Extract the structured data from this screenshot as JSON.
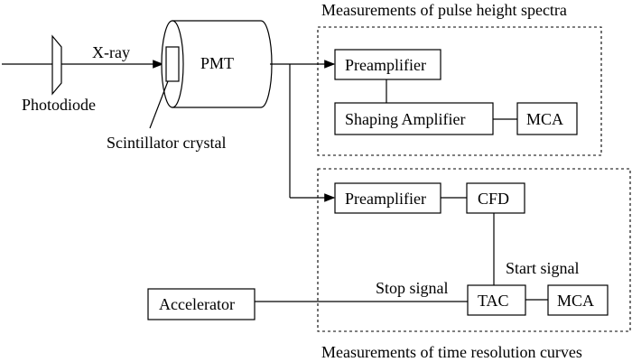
{
  "labels": {
    "xray": "X-ray",
    "photodiode": "Photodiode",
    "pmt": "PMT",
    "scintillator": "Scintillator crystal",
    "group_pulse": "Measurements of pulse height spectra",
    "group_time": "Measurements of time resolution curves",
    "start_signal": "Start signal",
    "stop_signal": "Stop signal"
  },
  "boxes": {
    "preamp1": "Preamplifier",
    "shaping_amp": "Shaping Amplifier",
    "mca1": "MCA",
    "preamp2": "Preamplifier",
    "cfd": "CFD",
    "tac": "TAC",
    "mca2": "MCA",
    "accelerator": "Accelerator"
  }
}
